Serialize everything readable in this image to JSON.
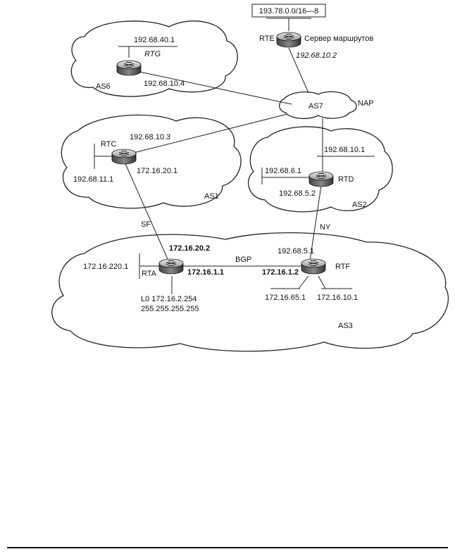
{
  "prefix_box": "193.78.0.0/16—8",
  "routers": {
    "rte": {
      "name": "RTE",
      "caption": "Сервер маршрутов",
      "ip": "192.68.10.2"
    },
    "rtg": {
      "name": "RTG",
      "net": "192.68.40.1",
      "ip": "192.68.10.4"
    },
    "rtc": {
      "name": "RTC",
      "up_ip": "192.68.10.3",
      "lan": "192.68.11.1",
      "down_ip": "172.16.20.1"
    },
    "rtd": {
      "name": "RTD",
      "net_top": "192.68.10.1",
      "net_left": "192.68.6.1",
      "ip": "192.68.5.2"
    },
    "rta": {
      "name": "RTA",
      "up_ip": "172.16.20.2",
      "lan": "172.16.220.1",
      "bgp_ip": "172.16.1.1",
      "loopback": "L0 172.16.2.254",
      "mask": "255.255.255.255"
    },
    "rtf": {
      "name": "RTF",
      "up_ip": "192.68.5.1",
      "bgp_ip": "172.16.1.2",
      "net_left": "172.16.65.1",
      "net_right": "172.16.10.1"
    }
  },
  "clouds": {
    "as6": "AS6",
    "as7": "AS7",
    "nap": "NAP",
    "as1": "AS1",
    "as2": "AS2",
    "as3": "AS3"
  },
  "links": {
    "sf": "SF",
    "ny": "NY",
    "bgp": "BGP"
  }
}
